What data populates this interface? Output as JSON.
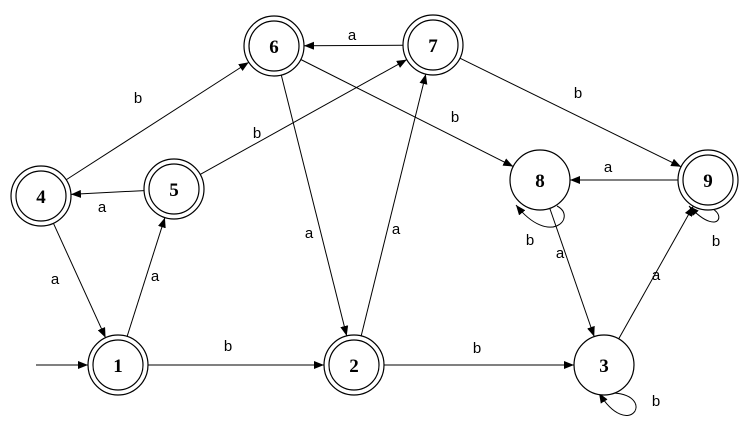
{
  "diagram": {
    "type": "state-diagram",
    "start_state": "1",
    "states": [
      {
        "id": "1",
        "label": "1",
        "accepting": true
      },
      {
        "id": "2",
        "label": "2",
        "accepting": true
      },
      {
        "id": "3",
        "label": "3",
        "accepting": false
      },
      {
        "id": "4",
        "label": "4",
        "accepting": true
      },
      {
        "id": "5",
        "label": "5",
        "accepting": true
      },
      {
        "id": "6",
        "label": "6",
        "accepting": true
      },
      {
        "id": "7",
        "label": "7",
        "accepting": true
      },
      {
        "id": "8",
        "label": "8",
        "accepting": false
      },
      {
        "id": "9",
        "label": "9",
        "accepting": true
      }
    ],
    "transitions": [
      {
        "from": "1",
        "to": "2",
        "label": "b"
      },
      {
        "from": "2",
        "to": "3",
        "label": "b"
      },
      {
        "from": "1",
        "to": "5",
        "label": "a"
      },
      {
        "from": "4",
        "to": "1",
        "label": "a"
      },
      {
        "from": "5",
        "to": "4",
        "label": "a"
      },
      {
        "from": "4",
        "to": "6",
        "label": "b"
      },
      {
        "from": "5",
        "to": "7",
        "label": "b"
      },
      {
        "from": "7",
        "to": "6",
        "label": "a"
      },
      {
        "from": "6",
        "to": "2",
        "label": "a"
      },
      {
        "from": "2",
        "to": "7",
        "label": "a"
      },
      {
        "from": "6",
        "to": "8",
        "label": "b"
      },
      {
        "from": "7",
        "to": "9",
        "label": "b"
      },
      {
        "from": "9",
        "to": "8",
        "label": "a"
      },
      {
        "from": "8",
        "to": "3",
        "label": "a"
      },
      {
        "from": "3",
        "to": "9",
        "label": "a"
      },
      {
        "from": "8",
        "to": "8",
        "label": "b"
      },
      {
        "from": "9",
        "to": "9",
        "label": "b"
      },
      {
        "from": "3",
        "to": "3",
        "label": "b"
      }
    ]
  }
}
